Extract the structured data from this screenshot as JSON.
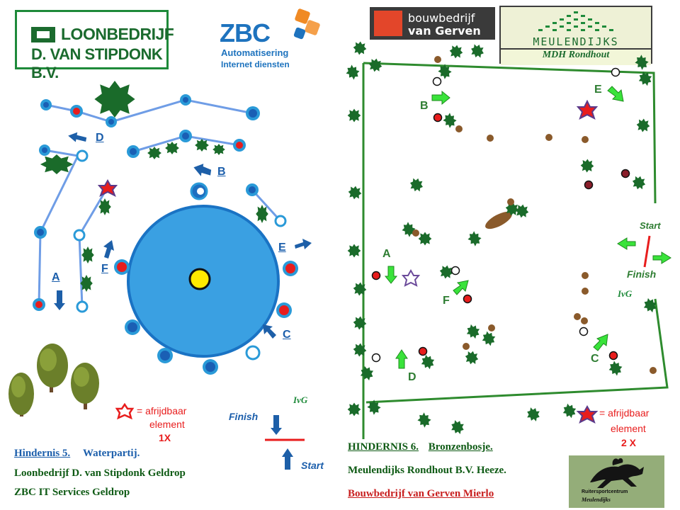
{
  "sponsors": {
    "loonbedrijf": {
      "line1": "LOONBEDRIJF",
      "line2": "D. VAN STIPDONK B.V."
    },
    "zbc": {
      "name": "ZBC",
      "line1": "Automatisering",
      "line2": "Internet diensten"
    },
    "gerven": {
      "line1": "bouwbedrijf",
      "line2": "van Gerven"
    },
    "meulendijks": {
      "line1": "MEULENDIJKS",
      "line2": "MDH Rondhout"
    },
    "ruitersport": {
      "line1": "Ruitersportcentrum",
      "line2": "Meulendijks"
    }
  },
  "left_diagram": {
    "points": {
      "A": "A",
      "B": "B",
      "C": "C",
      "D": "D",
      "E": "E",
      "F": "F"
    },
    "legend": {
      "symbol": "= afrijdbaar",
      "line2": "element",
      "count": "1X"
    },
    "finish": "Finish",
    "start": "Start",
    "signature": "IvG",
    "caption": {
      "number": "Hindernis 5.",
      "name": "Waterpartij.",
      "sponsor1": "Loonbedrijf D. van Stipdonk Geldrop",
      "sponsor2": "ZBC  IT Services Geldrop"
    }
  },
  "right_diagram": {
    "points": {
      "A": "A",
      "B": "B",
      "C": "C",
      "D": "D",
      "E": "E",
      "F": "F"
    },
    "start": "Start",
    "finish": "Finish",
    "signature": "IvG",
    "legend": {
      "symbol": "= afrijdbaar",
      "line2": "element",
      "count": "2 X"
    },
    "caption": {
      "number": "HINDERNIS 6.",
      "name": "Bronzenbosje.",
      "sponsor1": "Meulendijks Rondhout B.V. Heeze.",
      "sponsor2": "Bouwbedrijf van Gerven Mierlo"
    }
  },
  "colors": {
    "route": "#6f9de6",
    "pool": "#3aa0e2",
    "pool_rim": "#1a73c4",
    "arrow_blue": "#1d5fa8",
    "arrow_green": "#39e33a",
    "bush": "#1a6b2a",
    "stake": "#8a5a2b",
    "fence": "#2e8b2e",
    "red": "#e81d1d",
    "caption_blue": "#1b5eab",
    "caption_green": "#0e5a14",
    "caption_red": "#c81e1e"
  }
}
